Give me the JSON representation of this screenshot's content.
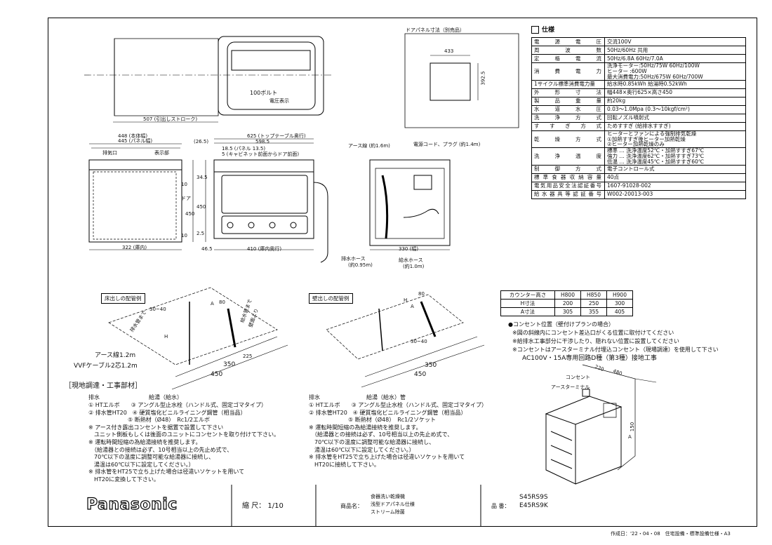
{
  "door_panel": {
    "title": "ドアパネル寸法（別売品）",
    "width": "433",
    "height": "392.5"
  },
  "spec": {
    "header": "仕様",
    "rows": [
      {
        "label": "電源電圧",
        "value": [
          "交流100V"
        ]
      },
      {
        "label": "周波数",
        "value": [
          "50Hz/60Hz 共用"
        ]
      },
      {
        "label": "定格電流",
        "value": [
          "50Hz/6.8A 60Hz/7.0A"
        ]
      },
      {
        "label": "消費電力",
        "value": [
          "洗浄モーター:50Hz/75W 60Hz/100W",
          "ヒーター :600W",
          "最大消費電力:50Hz/675W 60Hz/700W"
        ]
      },
      {
        "label": "1サイクル標準消費電力量",
        "value": [
          "給水時0.85kWh 給湯時0.52kWh"
        ]
      },
      {
        "label": "外形寸法",
        "value": [
          "幅448×奥行625×高さ450"
        ]
      },
      {
        "label": "製品重量",
        "value": [
          "約20kg"
        ]
      },
      {
        "label": "水道水圧",
        "value": [
          "0.03〜1.0Mpa (0.3〜10kgf/cm²)"
        ]
      },
      {
        "label": "洗浄方式",
        "value": [
          "回転ノズル噴射式"
        ]
      },
      {
        "label": "すすぎ方式",
        "value": [
          "ためすすぎ (給排水すすぎ)"
        ]
      },
      {
        "label": "乾燥方式",
        "value": [
          "ヒーターとファンによる強制排気乾燥",
          "①加熱すすぎ後ヒーター加熱乾燥",
          "②ヒーター加熱乾燥のみ"
        ]
      },
      {
        "label": "洗浄温度",
        "value": [
          "標準 … 洗浄温度52℃・加熱すすぎ67℃",
          "強力 … 洗浄温度62℃・加熱すすぎ73℃",
          "低温 … 洗浄温度45℃・加熱すすぎ60℃"
        ]
      },
      {
        "label": "制御方式",
        "value": [
          "電子コントロール式"
        ]
      },
      {
        "label": "標準食器収納容量",
        "value": [
          "40点"
        ]
      },
      {
        "label": "電気用品安全法認証番号",
        "value": [
          "1607-91028-002"
        ]
      },
      {
        "label": "給水器具等認証番号",
        "value": [
          "W002-20013-003"
        ]
      }
    ]
  },
  "counter_table": {
    "headers": [
      "カウンター高さ",
      "H800",
      "H850",
      "H900"
    ],
    "rows": [
      [
        "H寸法",
        "200",
        "250",
        "300"
      ],
      [
        "A寸法",
        "305",
        "355",
        "405"
      ]
    ]
  },
  "outlet_notes": [
    "●コンセント位置（壁付けプランの場合）",
    "※図の斜線内にコンセント差込口がくる位置に取付けてください",
    "※給排水工事部分に干渉したり、隠れない位置に設置してください",
    "※コンセントはアースターミナル付埋込コンセント（現場調達）を使用して下さい",
    "AC100V・15A専用回路D種（第3種）接地工事"
  ],
  "outlet_drawing": {
    "label1": "コンセント",
    "label2": "アースターミナル",
    "dim1": "220",
    "dim2": "480",
    "dim3": "150",
    "dim4": "A"
  },
  "top_view": {
    "label_100v": "100ボルト",
    "label_display": "電圧表示",
    "dim_507": "507 (引出しストローク)"
  },
  "front_view": {
    "dim_448": "448 (本体幅)",
    "dim_445": "445 (パネル幅)",
    "exhaust": "排気口",
    "display": "表示部",
    "dim_322": "322 (庫内)",
    "dim_10": "10",
    "door": "ドア",
    "dim_450": "450",
    "dim_10b": "10"
  },
  "side_view": {
    "dim_625": "625 (トップテーブル奥行)",
    "dim_5985": "598.5",
    "dim_265": "(26.5)",
    "dim_185": "18.5 (パネル 13.5)",
    "dim_5": "5 (キャビネット前面からドア前面)",
    "dim_345": "34.5",
    "dim_450": "450",
    "dim_25": "2.5",
    "dim_465": "46.5",
    "dim_410": "410 (庫内奥行)"
  },
  "rear_view": {
    "earth": "アース線 (約1.6m)",
    "cord": "電源コード、プラグ (約1.4m)",
    "drain": "排水ホース",
    "drain_len": "(約0.95m)",
    "supply": "給水ホース",
    "supply_len": "(約1.0m)",
    "dim_330": "330 (幅)"
  },
  "floor_plan": {
    "title": "床出しの配管例",
    "earth": "アース線1.2m",
    "vvf": "VVFケーブル2芯1.2m",
    "dim_350": "350",
    "dim_450": "450",
    "dim_225": "225",
    "dim_80": "80",
    "dim_30_40": "30~40",
    "label_h": "H",
    "label_a": "A",
    "drain_pos": "排水管まで",
    "supply_pos": "給水管まで",
    "wall": "壁面より"
  },
  "wall_plan": {
    "title": "壁出しの配管例",
    "dim_350": "350",
    "dim_450": "450",
    "dim_80": "80",
    "dim_30_40": "30~40",
    "label_h": "H",
    "label_a": "A"
  },
  "parts": {
    "title": "［現地調達・工事部材］",
    "left": {
      "header_drain": "排水",
      "header_supply": "給湯（給水）",
      "lines": [
        "① HTエルボ　　③ アングル型止水栓（ハンドル式、固定ゴマタイプ）",
        "② 排水管HT20　④ 硬質塩化ビニルライニング鋼管（相当品）",
        "　　　　　　　⑤ 断熱材（Ø48）　Rc1/2エルボ",
        "※ アース付き露出コンセントを据置で設置して下さい",
        "　ユニット側板もしくは後面のユニットにコンセントを取り付けて下さい。",
        "※ 運転時間短縮の為給湯接続を推奨します。",
        "　（給湯器との接続は必ず、10号相当以上の先止め式で、",
        "　70℃以下の温度に調整可能な給湯器に接続し、",
        "　湯温は60℃以下に設定してください。）",
        "※ 排水管をHT25で立ち上げた場合は径違いソケットを用いて",
        "　HT20に変換して下さい。"
      ]
    },
    "right": {
      "header_drain": "排水",
      "header_supply": "給湯（給水）管",
      "lines": [
        "① HTエルボ　　③ アングル型止水栓（ハンドル式、固定ゴマタイプ）",
        "② 排水管HT20　④ 硬質塩化ビニルライニング鋼管（相当品）",
        "　　　　　　　⑤ 断熱材（Ø48）　Rc1/2ソケット",
        "※ 運転時間短縮の為給湯接続を推奨します。",
        "　（給湯器との接続は必ず、10号相当以上の先止め式で、",
        "　70℃以下の温度に調整可能な給湯器に接続し、",
        "　湯温は60℃以下に設定してください。）",
        "※ 排水管をHT25で立ち上げた場合は径違いソケットを用いて",
        "　HT20に接続して下さい。"
      ]
    }
  },
  "title_block": {
    "logo": "Panasonic",
    "scale": "縮 尺： 1/10",
    "product_name_label": "商品名：",
    "product_name": [
      "食器洗い乾燥機",
      "浅型ドアパネル仕様",
      "ストリーム除菌"
    ],
    "model_label": "品 番：",
    "models": [
      "S45RS9S",
      "E45RS9K"
    ],
    "footer": "作成日：'22・04・08　住宅設備・標準設備仕様・A3"
  }
}
